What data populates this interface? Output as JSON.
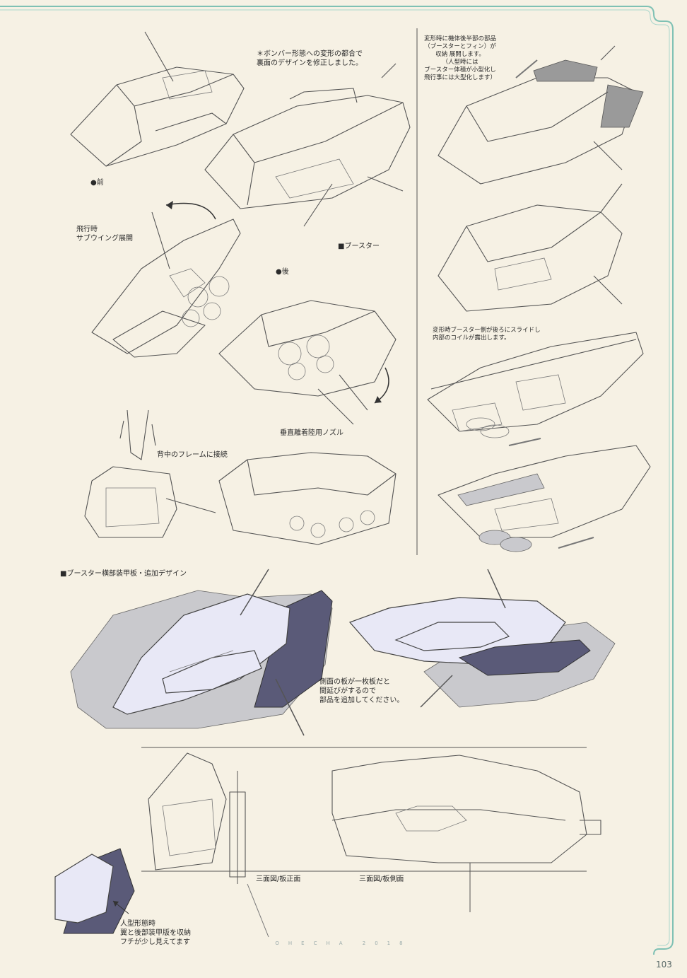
{
  "notes": {
    "bomber_note": "＊ボンバー形態への変形の都合で\n裏面のデザインを修正しました。",
    "front": "●前",
    "flight_wing": "飛行時\nサブウイング展開",
    "booster": "■ブースター",
    "rear": "●後",
    "vertical_nozzle": "垂直離着陸用ノズル",
    "back_frame": "背中のフレームに接続",
    "transform_top": "変形時に機体後半部の部品\n（ブースターとフィン）が\n収納 展開します。\n（人型時には\nブースター体積が小型化し\n飛行事には大型化します）",
    "transform_slide": "変形時ブースター側が後ろにスライドし\n内部のコイルが露出します。",
    "side_armor": "■ブースター横部装甲板・追加デザイン",
    "side_plate": "側面の板が一枚板だと\n間延びがするので\n部品を追加してください。",
    "three_front": "三面図/板正面",
    "three_side": "三面図/板側面",
    "humanoid_note": "人型形態時\n翼と後部装甲版を収納\nフチが少し見えてます"
  },
  "footer": {
    "word": "OHECHA 2018",
    "page_number": "103"
  }
}
